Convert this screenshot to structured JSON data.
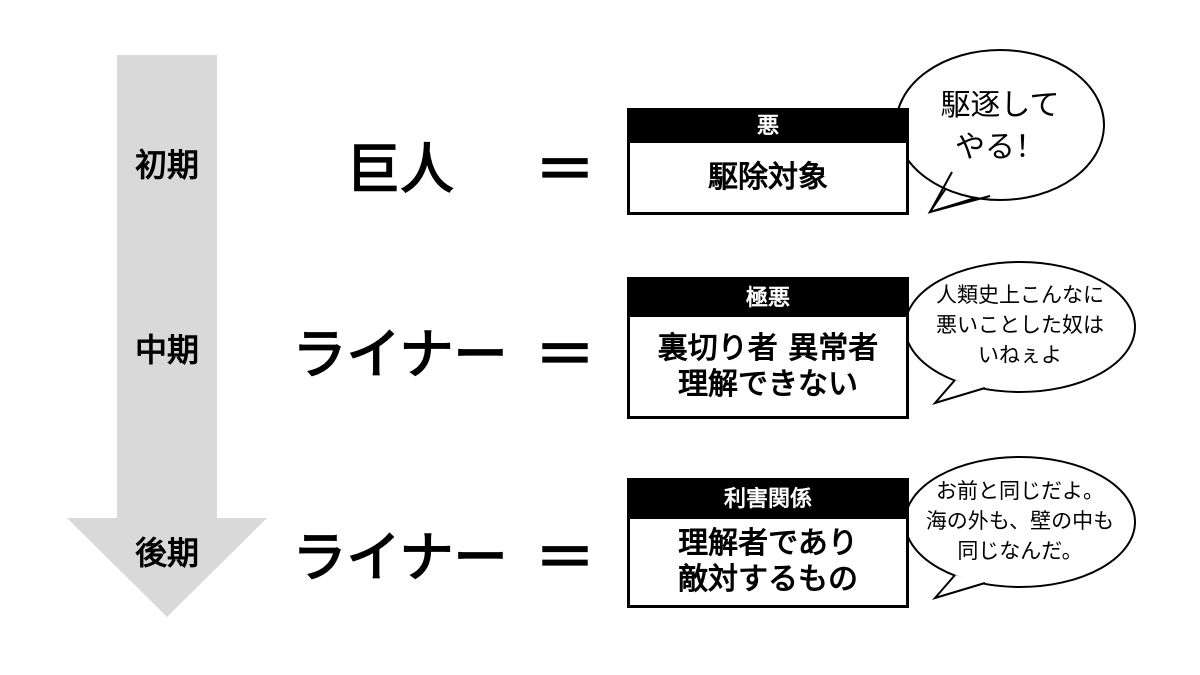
{
  "colors": {
    "arrow": "#d9d9d9",
    "ink": "#000000",
    "paper": "#ffffff"
  },
  "rows": [
    {
      "phase": "初期",
      "subject": "巨人",
      "equals": "＝",
      "header": "悪",
      "body": "駆除対象",
      "speech": "駆逐して\nやる！"
    },
    {
      "phase": "中期",
      "subject": "ライナー",
      "equals": "＝",
      "header": "極悪",
      "body": "裏切り者 異常者\n理解できない",
      "speech": "人類史上こんなに\n悪いことした奴は\nいねぇよ"
    },
    {
      "phase": "後期",
      "subject": "ライナー",
      "equals": "＝",
      "header": "利害関係",
      "body": "理解者であり\n敵対するもの",
      "speech": "お前と同じだよ。\n海の外も、壁の中も\n同じなんだ。"
    }
  ]
}
